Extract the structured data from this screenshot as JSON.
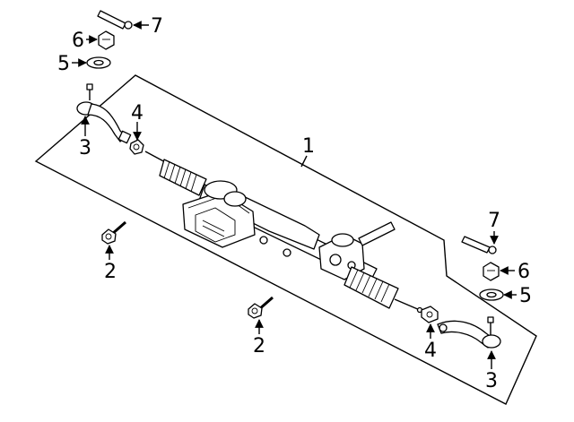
{
  "callouts": {
    "c1": "1",
    "c2a": "2",
    "c2b": "2",
    "c3a": "3",
    "c3b": "3",
    "c4a": "4",
    "c4b": "4",
    "c5a": "5",
    "c5b": "5",
    "c6a": "6",
    "c6b": "6",
    "c7a": "7",
    "c7b": "7"
  }
}
